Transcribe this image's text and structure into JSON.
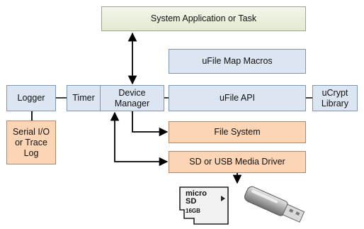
{
  "boxes": {
    "system_app": "System Application or Task",
    "map_macros": "uFile Map Macros",
    "logger": "Logger",
    "timer": "Timer",
    "device_manager": "Device\nManager",
    "ufile_api": "uFile API",
    "ucrypt": "uCrypt\nLibrary",
    "serial_io": "Serial I/O\nor Trace\nLog",
    "file_system": "File System",
    "media_driver": "SD or USB Media Driver"
  },
  "media": {
    "microsd_brand": "micro SD",
    "microsd_capacity": "16GB"
  },
  "colors": {
    "api_layer": "#dce6f2",
    "driver_layer": "#fbd5b5",
    "app_layer": "#ebf1de"
  }
}
